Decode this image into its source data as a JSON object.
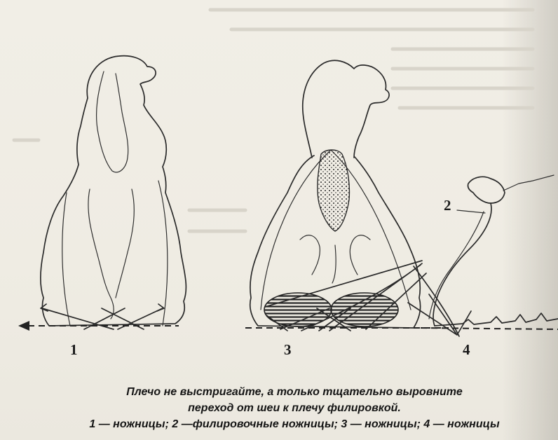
{
  "figure_labels": {
    "one": "1",
    "two": "2",
    "three": "3",
    "four": "4"
  },
  "caption": {
    "line1": "Плечо не выстригайте, а только тщательно выровните",
    "line2": "переход от шеи к плечу филировкой.",
    "line3": "1 — ножницы; 2 —филировочные ножницы; 3 — ножницы; 4 — ножницы"
  },
  "colors": {
    "paper": "#f1eee6",
    "ink": "#2a2a2a"
  }
}
